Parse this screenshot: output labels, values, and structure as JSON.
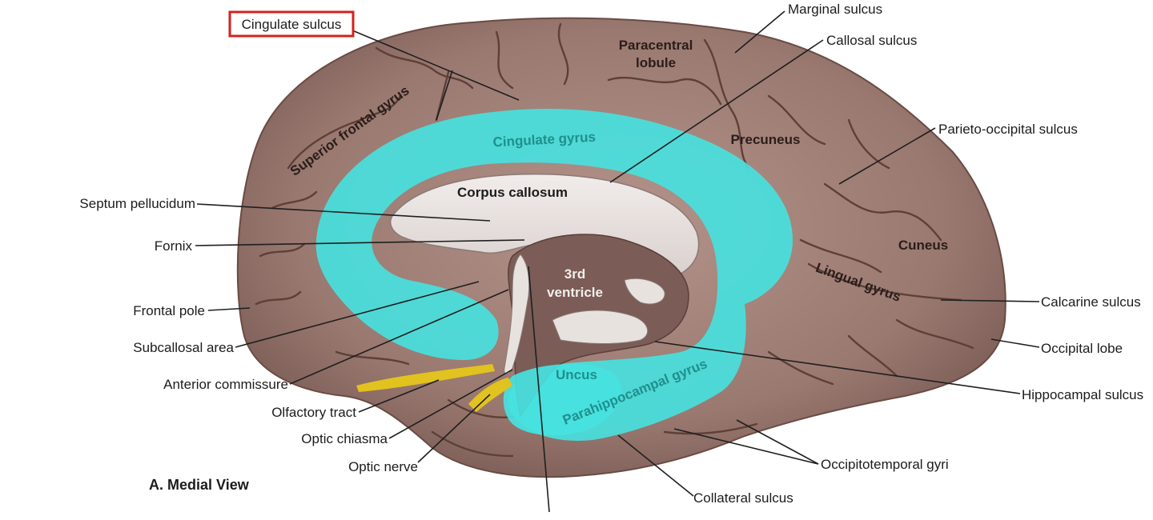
{
  "figure": {
    "view_title": "A. Medial View",
    "highlight_color": "#46e2e0",
    "callout_box_color": "#d6201f",
    "tissue_color": "#9c7b72"
  },
  "labels": {
    "cingulate_sulcus": "Cingulate sulcus",
    "marginal_sulcus": "Marginal sulcus",
    "callosal_sulcus": "Callosal sulcus",
    "paracentral_line1": "Paracentral",
    "paracentral_line2": "lobule",
    "parieto_occipital_sulcus": "Parieto-occipital sulcus",
    "precuneus": "Precuneus",
    "cingulate_gyrus": "Cingulate gyrus",
    "superior_frontal_gyrus": "Superior frontal gyrus",
    "corpus_callosum": "Corpus callosum",
    "septum_pellucidum": "Septum pellucidum",
    "fornix": "Fornix",
    "third_ventricle_line1": "3rd",
    "third_ventricle_line2": "ventricle",
    "cuneus": "Cuneus",
    "lingual_gyrus": "Lingual gyrus",
    "calcarine_sulcus": "Calcarine sulcus",
    "occipital_lobe": "Occipital lobe",
    "frontal_pole": "Frontal pole",
    "subcallosal_area": "Subcallosal area",
    "anterior_commissure": "Anterior commissure",
    "hippocampal_sulcus": "Hippocampal sulcus",
    "olfactory_tract": "Olfactory tract",
    "uncus": "Uncus",
    "parahippocampal_gyrus": "Parahippocampal gyrus",
    "optic_chiasma": "Optic chiasma",
    "optic_nerve": "Optic nerve",
    "occipitotemporal_gyri": "Occipitotemporal gyri",
    "collateral_sulcus": "Collateral sulcus"
  }
}
